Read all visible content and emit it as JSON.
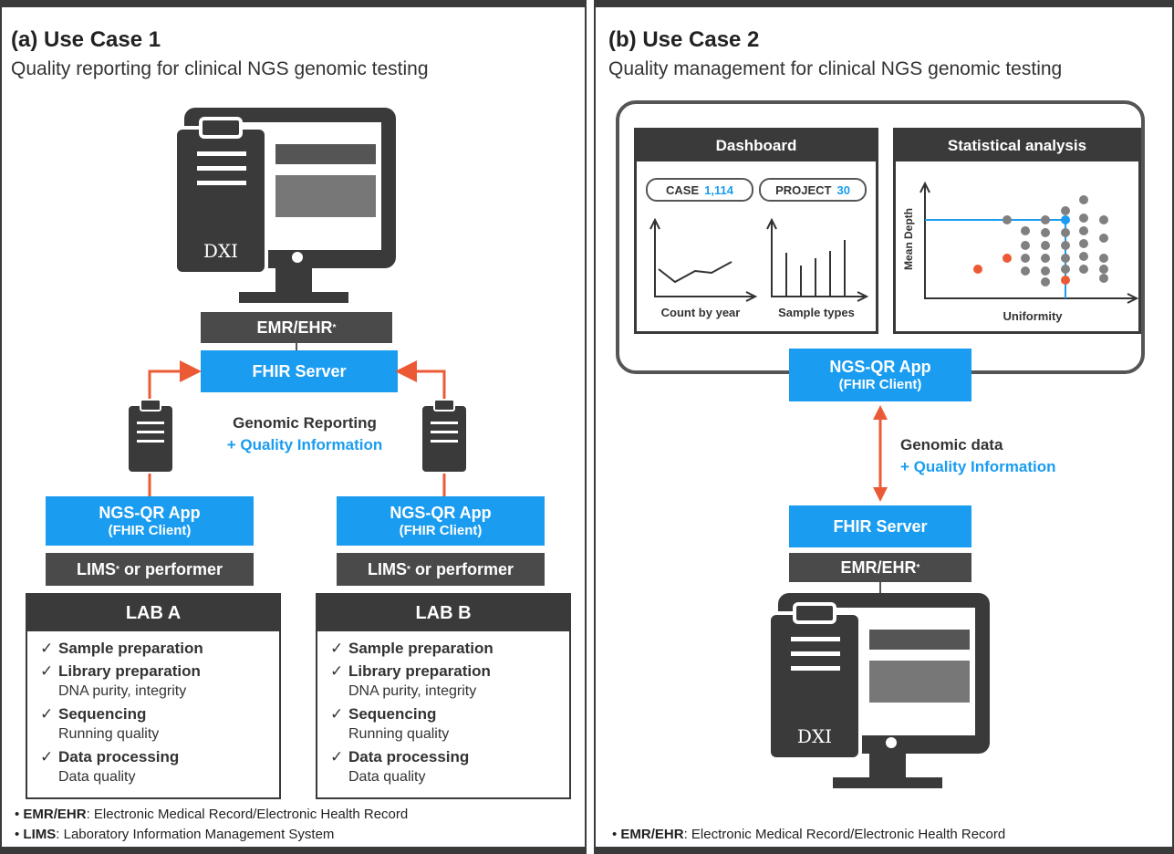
{
  "panel_a": {
    "title": "(a) Use Case 1",
    "subtitle": "Quality reporting for clinical NGS genomic testing",
    "emr_label": "EMR/EHR",
    "emr_sup": "*",
    "fhir_server": "FHIR Server",
    "reporting_line1": "Genomic Reporting",
    "reporting_line2": "+ Quality Information",
    "app_title": "NGS-QR App",
    "app_sub": "(FHIR Client)",
    "lims_pre": "LIMS",
    "lims_sup": "*",
    "lims_post": " or performer",
    "labs": [
      {
        "name": "LAB A",
        "items": [
          {
            "title": "Sample preparation",
            "detail": ""
          },
          {
            "title": "Library preparation",
            "detail": "DNA purity, integrity"
          },
          {
            "title": "Sequencing",
            "detail": "Running quality"
          },
          {
            "title": "Data processing",
            "detail": "Data quality"
          }
        ]
      },
      {
        "name": "LAB B",
        "items": [
          {
            "title": "Sample preparation",
            "detail": ""
          },
          {
            "title": "Library preparation",
            "detail": "DNA purity, integrity"
          },
          {
            "title": "Sequencing",
            "detail": "Running quality"
          },
          {
            "title": "Data processing",
            "detail": "Data quality"
          }
        ]
      }
    ],
    "check_mark": "✓",
    "notes": [
      {
        "term": "EMR/EHR",
        "def": ": Electronic Medical Record/Electronic Health Record"
      },
      {
        "term": "LIMS",
        "def": ": Laboratory Information Management System"
      }
    ]
  },
  "panel_b": {
    "title": "(b) Use Case 2",
    "subtitle": "Quality management for clinical NGS genomic testing",
    "dashboard_title": "Dashboard",
    "case_label": "CASE",
    "case_value": "1,114",
    "project_label": "PROJECT",
    "project_value": "30",
    "count_by_year": "Count by year",
    "sample_types": "Sample types",
    "stats_title": "Statistical analysis",
    "mean_depth": "Mean Depth",
    "uniformity": "Uniformity",
    "app_title": "NGS-QR App",
    "app_sub": "(FHIR Client)",
    "genomic_line1": "Genomic data",
    "genomic_line2": "+ Quality Information",
    "fhir_server": "FHIR Server",
    "emr_label": "EMR/EHR",
    "emr_sup": "*",
    "notes": [
      {
        "term": "EMR/EHR",
        "def": ": Electronic Medical Record/Electronic Health Record"
      }
    ]
  },
  "colors": {
    "dark": "#3a3a3a",
    "blue": "#1a9cf0",
    "orange": "#ec5a35",
    "gray": "#808080"
  }
}
